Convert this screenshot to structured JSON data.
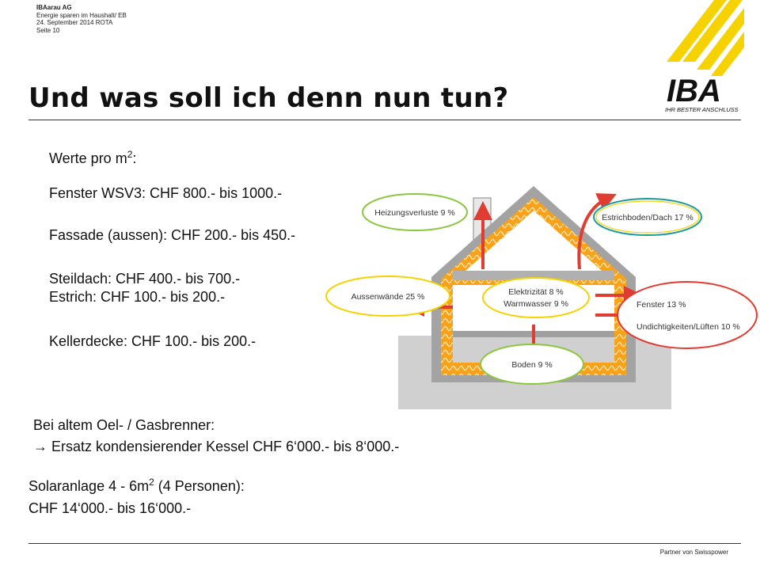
{
  "header": {
    "company": "IBAarau AG",
    "line1": "Energie sparen im Haushalt/ EB",
    "line2": "24. September 2014 ROTA",
    "line3": "Seite 10"
  },
  "title": "Und was soll ich denn nun tun?",
  "logo": {
    "text": "IBA",
    "tagline": "IHR BESTER ANSCHLUSS",
    "accent": "#f5d200"
  },
  "values": {
    "heading": "Werte pro m",
    "heading_sup": "2",
    "heading_end": ":",
    "fenster": "Fenster WSV3: CHF 800.- bis 1000.-",
    "fassade": "Fassade (aussen): CHF 200.- bis 450.-",
    "steildach": "Steildach: CHF 400.- bis 700.-",
    "estrich": "Estrich: CHF 100.- bis 200.-",
    "kellerdecke": "Kellerdecke: CHF 100.- bis 200.-"
  },
  "brenner": {
    "line1": "Bei altem Oel- / Gasbrenner:",
    "arrow": "→",
    "line2": " Ersatz kondensierender Kessel CHF 6‘000.- bis 8‘000.-"
  },
  "solar": {
    "line1_a": "Solaranlage 4 - 6m",
    "line1_sup": "2",
    "line1_b": " (4 Personen):",
    "line2": "CHF 14‘000.- bis 16‘000.-"
  },
  "diagram": {
    "heizung": "Heizungsverluste 9 %",
    "estrichboden": "Estrichboden/Dach 17 %",
    "aussenwaende": "Aussenwände 25 %",
    "elektrizitaet": "Elektrizität 8 %",
    "warmwasser": "Warmwasser 9 %",
    "fenster": "Fenster 13 %",
    "undicht": "Undichtigkeiten/Lüften 10 %",
    "boden": "Boden 9 %"
  },
  "footer": "Partner von Swisspower"
}
